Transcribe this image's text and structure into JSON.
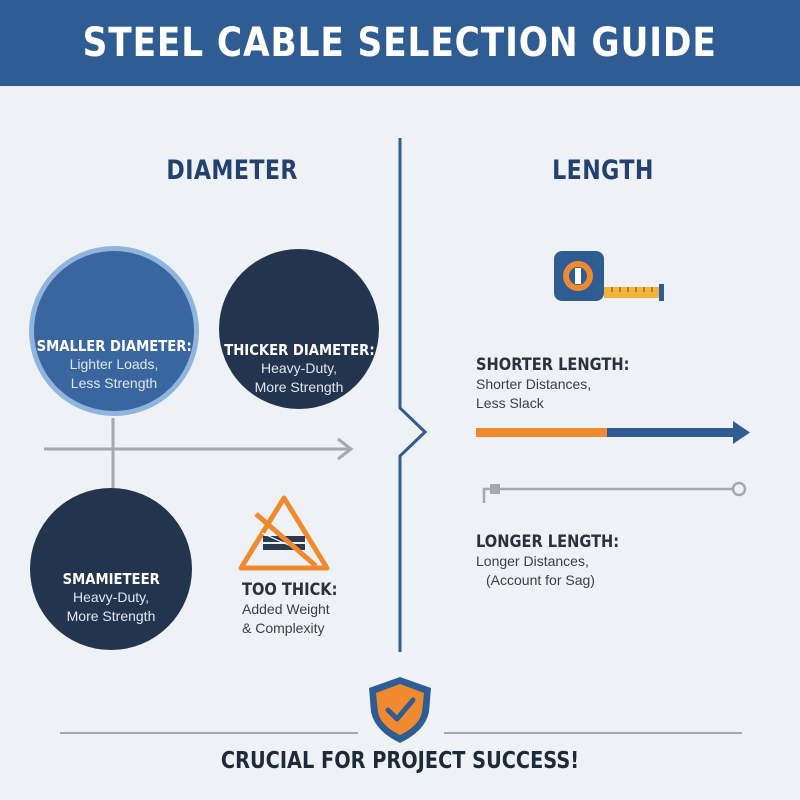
{
  "header": {
    "title": "STEEL CABLE SELECTION GUIDE"
  },
  "diameter": {
    "heading": "DIAMETER",
    "smaller": {
      "title": "SMALLER DIAMETER:",
      "line1": "Lighter Loads,",
      "line2": "Less Strength"
    },
    "thicker": {
      "title": "THICKER DIAMETER:",
      "line1": "Heavy-Duty,",
      "line2": "More Strength"
    },
    "smamieteer": {
      "title": "SMAMIETEER",
      "line1": "Heavy-Duty,",
      "line2": "More Strength"
    },
    "too_thick": {
      "title": "TOO THICK:",
      "line1": "Added Weight",
      "line2": "& Complexity"
    }
  },
  "length": {
    "heading": "LENGTH",
    "shorter": {
      "title": "SHORTER LENGTH:",
      "line1": "Shorter Distances,",
      "line2": "Less Slack"
    },
    "longer": {
      "title": "LONGER LENGTH:",
      "line1": "Longer Distances,",
      "line2": "(Account for Sag)"
    }
  },
  "footer": {
    "text": "CRUCIAL FOR PROJECT SUCCESS!"
  },
  "colors": {
    "header_bg": "#2f5d93",
    "navy": "#23344f",
    "blue": "#3a669f",
    "orange": "#ef8a2e",
    "line_gray": "#9ea5ae"
  },
  "icons": [
    "hook-icon",
    "crane-hook-weight-icon",
    "cable-spool-icon",
    "warning-triangle-icon",
    "tape-measure-icon",
    "shield-check-icon"
  ]
}
